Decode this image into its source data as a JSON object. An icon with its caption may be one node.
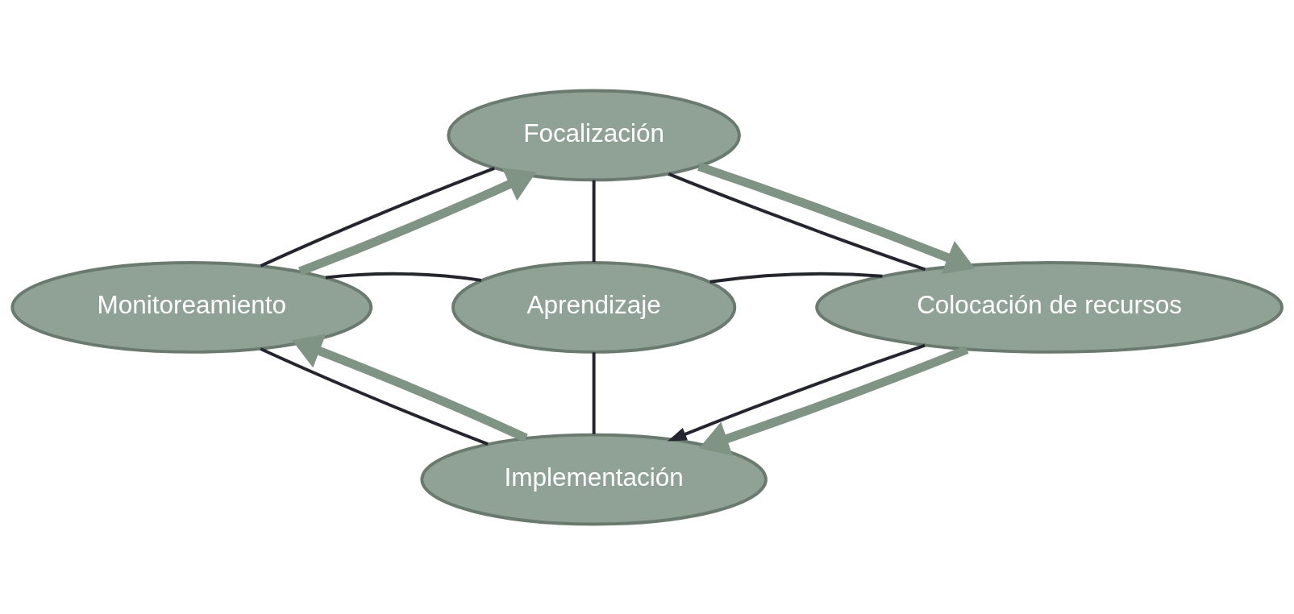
{
  "diagram": {
    "nodes": [
      {
        "text": [
          "Focalización"
        ]
      },
      {
        "text": [
          "Monitoreamiento"
        ]
      },
      {
        "text": [
          "Aprendizaje"
        ]
      },
      {
        "text": [
          "Colocación de recursos"
        ]
      },
      {
        "text": [
          "Implementación"
        ]
      }
    ],
    "edges": [
      {
        "from": 0,
        "to": 1,
        "arrow": "none"
      },
      {
        "from": 0,
        "to": 2,
        "arrow": "none"
      },
      {
        "from": 0,
        "to": 3,
        "arrow": "none"
      },
      {
        "from": 1,
        "to": 2,
        "arrow": "none"
      },
      {
        "from": 2,
        "to": 3,
        "arrow": "none"
      },
      {
        "from": 1,
        "to": 4,
        "arrow": "none"
      },
      {
        "from": 2,
        "to": 4,
        "arrow": "none"
      },
      {
        "from": 3,
        "to": 4,
        "arrow": "to"
      },
      {
        "from": 1,
        "to": 0,
        "arrow": "to",
        "style": "thick",
        "color": "#7f9485"
      },
      {
        "from": 0,
        "to": 3,
        "arrow": "to",
        "style": "thick",
        "color": "#7f9485"
      },
      {
        "from": 3,
        "to": 4,
        "arrow": "to",
        "style": "thick",
        "color": "#7f9485"
      },
      {
        "from": 4,
        "to": 1,
        "arrow": "to",
        "style": "thick",
        "color": "#7f9485"
      }
    ]
  }
}
